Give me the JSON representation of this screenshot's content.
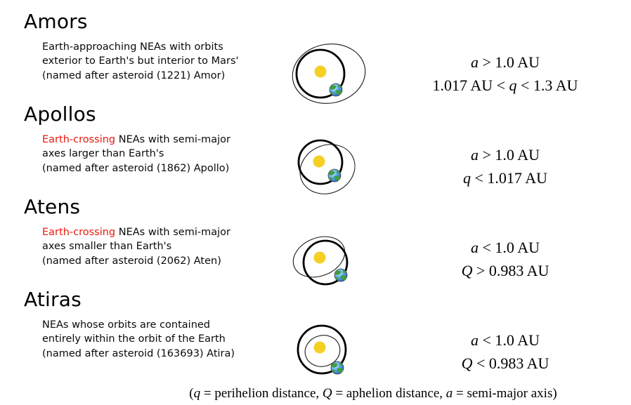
{
  "classes": [
    {
      "name": "Amors",
      "desc": {
        "highlight": "",
        "line1": "Earth-approaching NEAs with orbits",
        "line2": "exterior to Earth's but interior to Mars'",
        "line3": "(named after asteroid (1221) Amor)"
      },
      "formulas": [
        {
          "pre": "",
          "var": "a",
          "post": " > 1.0 AU"
        },
        {
          "pre": "1.017 AU < ",
          "var": "q",
          "post": " < 1.3 AU"
        }
      ]
    },
    {
      "name": "Apollos",
      "desc": {
        "highlight": "Earth-crossing",
        "line1": " NEAs with semi-major",
        "line2": "axes larger than Earth's",
        "line3": "(named after asteroid (1862) Apollo)"
      },
      "formulas": [
        {
          "pre": "",
          "var": "a",
          "post": " > 1.0 AU"
        },
        {
          "pre": "",
          "var": "q",
          "post": " < 1.017 AU"
        }
      ]
    },
    {
      "name": "Atens",
      "desc": {
        "highlight": "Earth-crossing",
        "line1": " NEAs with semi-major",
        "line2": "axes smaller than Earth's",
        "line3": "(named after asteroid (2062) Aten)"
      },
      "formulas": [
        {
          "pre": "",
          "var": "a",
          "post": " < 1.0 AU"
        },
        {
          "pre": "",
          "var": "Q",
          "post": " > 0.983 AU"
        }
      ]
    },
    {
      "name": "Atiras",
      "desc": {
        "highlight": "",
        "line1": "NEAs whose orbits are contained",
        "line2": "entirely within the orbit of the Earth",
        "line3": "(named after asteroid (163693) Atira)"
      },
      "formulas": [
        {
          "pre": "",
          "var": "a",
          "post": " < 1.0 AU"
        },
        {
          "pre": "",
          "var": "Q",
          "post": " < 0.983 AU"
        }
      ]
    }
  ],
  "footer": {
    "parts": [
      "(",
      "q",
      " = perihelion distance, ",
      "Q",
      " = aphelion distance, ",
      "a",
      " = semi-major axis)"
    ]
  },
  "colors": {
    "highlight_red": "#e8190f",
    "sun_yellow": "#f5d024",
    "orbit_black": "#000000"
  }
}
